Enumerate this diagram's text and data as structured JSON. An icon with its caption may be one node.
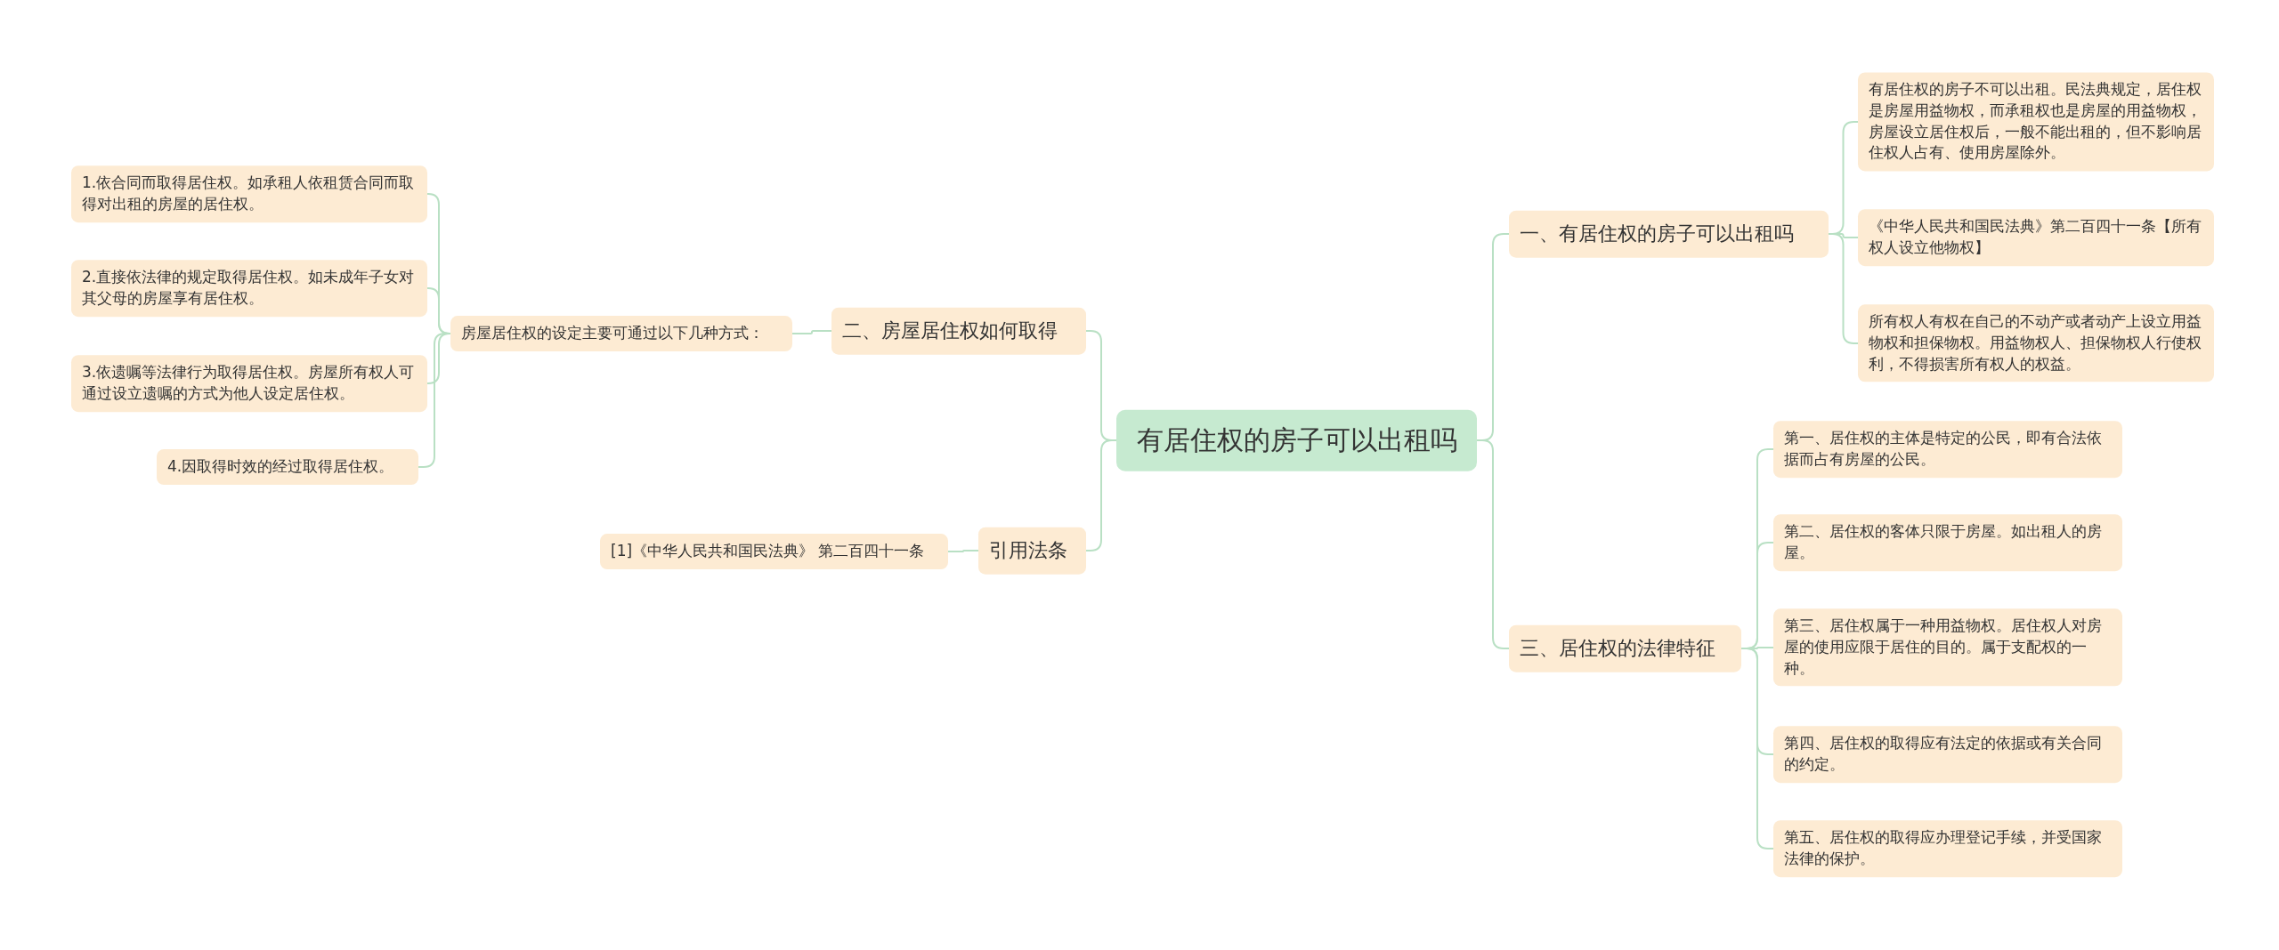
{
  "diagram": {
    "nodes": [
      {
        "text": [
          "有居住权的房子可以出租吗"
        ]
      },
      {
        "text": [
          "一、有居住权的房子可以出租吗"
        ]
      },
      {
        "text": [
          "有居住权的房子不可以出租。民法典规定，居住权是房屋用益物权，而承租权也是房屋的用益物权，房屋设立居住权后，一般不能出租的，但不影响居住权人占有、使用房屋除外。"
        ]
      },
      {
        "text": [
          "《中华人民共和国民法典》第二百四十一条【所有权人设立他物权】"
        ]
      },
      {
        "text": [
          "所有权人有权在自己的不动产或者动产上设立用益物权和担保物权。用益物权人、担保物权人行使权利，不得损害所有权人的权益。"
        ]
      },
      {
        "text": [
          "三、居住权的法律特征"
        ]
      },
      {
        "text": [
          "第一、居住权的主体是特定的公民，即有合法依据而占有房屋的公民。"
        ]
      },
      {
        "text": [
          "第二、居住权的客体只限于房屋。如出租人的房屋。"
        ]
      },
      {
        "text": [
          "第三、居住权属于一种用益物权。居住权人对房屋的使用应限于居住的目的。属于支配权的一种。"
        ]
      },
      {
        "text": [
          "第四、居住权的取得应有法定的依据或有关合同的约定。"
        ]
      },
      {
        "text": [
          "第五、居住权的取得应办理登记手续，并受国家法律的保护。"
        ]
      },
      {
        "text": [
          "二、房屋居住权如何取得"
        ]
      },
      {
        "text": [
          "房屋居住权的设定主要可通过以下几种方式："
        ]
      },
      {
        "text": [
          "1.依合同而取得居住权。如承租人依租赁合同而取得对出租的房屋的居住权。"
        ]
      },
      {
        "text": [
          "2.直接依法律的规定取得居住权。如未成年子女对其父母的房屋享有居住权。"
        ]
      },
      {
        "text": [
          "3.依遗嘱等法律行为取得居住权。房屋所有权人可通过设立遗嘱的方式为他人设定居住权。"
        ]
      },
      {
        "text": [
          "4.因取得时效的经过取得居住权。"
        ]
      },
      {
        "text": [
          "引用法条"
        ]
      },
      {
        "text": [
          "[1]《中华人民共和国民法典》 第二百四十一条"
        ]
      }
    ],
    "edges": [
      {
        "from": 0,
        "to": 1,
        "arrow": "none"
      },
      {
        "from": 1,
        "to": 2,
        "arrow": "none"
      },
      {
        "from": 1,
        "to": 3,
        "arrow": "none"
      },
      {
        "from": 1,
        "to": 4,
        "arrow": "none"
      },
      {
        "from": 0,
        "to": 5,
        "arrow": "none"
      },
      {
        "from": 5,
        "to": 6,
        "arrow": "none"
      },
      {
        "from": 5,
        "to": 7,
        "arrow": "none"
      },
      {
        "from": 5,
        "to": 8,
        "arrow": "none"
      },
      {
        "from": 5,
        "to": 9,
        "arrow": "none"
      },
      {
        "from": 5,
        "to": 10,
        "arrow": "none"
      },
      {
        "from": 0,
        "to": 11,
        "arrow": "none"
      },
      {
        "from": 11,
        "to": 12,
        "arrow": "none"
      },
      {
        "from": 12,
        "to": 13,
        "arrow": "none"
      },
      {
        "from": 12,
        "to": 14,
        "arrow": "none"
      },
      {
        "from": 12,
        "to": 15,
        "arrow": "none"
      },
      {
        "from": 12,
        "to": 16,
        "arrow": "none"
      },
      {
        "from": 0,
        "to": 17,
        "arrow": "none"
      },
      {
        "from": 17,
        "to": 18,
        "arrow": "none"
      }
    ]
  }
}
